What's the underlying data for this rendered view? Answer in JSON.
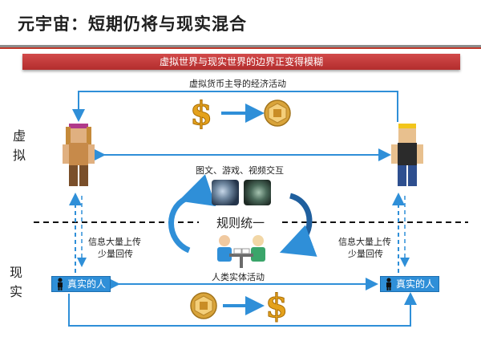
{
  "slide": {
    "title": "元宇宙：短期仍将与现实混合"
  },
  "banner": {
    "text": "虚拟世界与现实世界的边界正变得模糊"
  },
  "labels": {
    "virtual_economy": "虚拟货币主导的经济活动",
    "media_interaction": "图文、游戏、视频交互",
    "rules_unified": "规则统一",
    "upload_left_1": "信息大量上传",
    "upload_left_2": "少量回传",
    "upload_right_1": "信息大量上传",
    "upload_right_2": "少量回传",
    "human_activity": "人类实体活动",
    "virtual_side": [
      "虚",
      "拟"
    ],
    "real_side": [
      "现",
      "实"
    ]
  },
  "persons": {
    "left": "真实的人",
    "right": "真实的人"
  },
  "icons": {
    "currency_top_left": "dollar-icon",
    "currency_top_right": "coin-icon",
    "currency_bottom_left": "coin-icon",
    "currency_bottom_right": "dollar-icon",
    "avatar_left": "avatar-icon",
    "avatar_right": "avatar-icon",
    "media_left": "game-thumbnail-icon",
    "media_right": "video-thumbnail-icon",
    "meeting": "meeting-icon"
  },
  "colors": {
    "accent": "#2f8fd8",
    "banner": "#c0392b",
    "gold": "#e4a11b"
  }
}
